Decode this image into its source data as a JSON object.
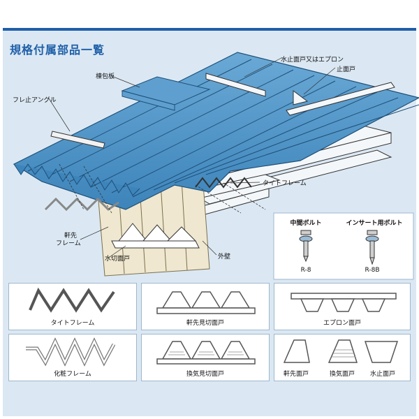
{
  "title": "規格付属部品一覧",
  "callouts": {
    "ridge_cover": "棟包板",
    "water_stop": "水止面戸又はエプロン",
    "stop_closure": "止面戸",
    "anti_slip_angle": "フレ止アングル",
    "tight_frame": "タイトフレーム",
    "eave_frame_l1": "軒先",
    "eave_frame_l2": "フレーム",
    "water_cut": "水切面戸",
    "outer_wall": "外壁"
  },
  "bolts": {
    "middle_header": "中間ボルト",
    "middle_code": "R-8",
    "insert_header": "インサート用ボルト",
    "insert_code": "R-8B"
  },
  "parts": [
    "タイトフレーム",
    "軒先見切面戸",
    "エプロン面戸",
    "化粧フレーム",
    "換気見切面戸",
    "軒先面戸",
    "換気面戸",
    "水止面戸"
  ],
  "colors": {
    "roof": "#4a90c4",
    "roof_dark": "#2f6f9f",
    "accent": "#1f5fa8",
    "panel_bg": "#dbe8f3"
  }
}
